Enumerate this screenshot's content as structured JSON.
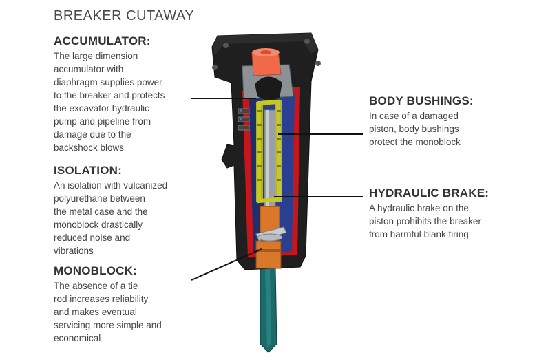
{
  "title": "BREAKER CUTAWAY",
  "callouts": {
    "accumulator": {
      "heading": "ACCUMULATOR:",
      "body": "The large dimension\naccumulator with\ndiaphragm supplies power\nto the breaker and protects\nthe excavator hydraulic\npump and pipeline from\ndamage due to the\nbackshock blows"
    },
    "isolation": {
      "heading": "ISOLATION:",
      "body": "An isolation with vulcanized\npolyurethane between\nthe metal case and the\nmonoblock drastically\nreduced noise and\nvibrations"
    },
    "monoblock": {
      "heading": "MONOBLOCK:",
      "body": "The absence of a tie\nrod increases reliability\nand makes eventual\nservicing more simple and\neconomical"
    },
    "body_bushings": {
      "heading": "BODY BUSHINGS:",
      "body": "In case of a damaged\npiston, body bushings\nprotect the monoblock"
    },
    "hydraulic_brake": {
      "heading": "HYDRAULIC BRAKE:",
      "body": "A hydraulic brake on the\npiston prohibits the breaker\nfrom harmful blank firing"
    }
  },
  "colors": {
    "housing": "#1f1f1f",
    "isolation": "#c4161c",
    "monoblock": "#2a3f8f",
    "bushings": "#c8c825",
    "accumulator": "#f06a4a",
    "chisel": "#1d6a6a",
    "collar": "#d9782a"
  }
}
